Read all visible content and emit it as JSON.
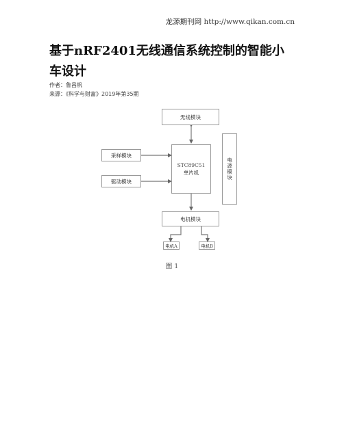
{
  "header": {
    "source_line": "龙源期刊网 http://www.qikan.com.cn"
  },
  "article": {
    "title": "基于nRF2401无线通信系统控制的智能小车设计",
    "author_line": "作者：鲁昌帆",
    "source_line": "来源：《科学与财富》2019年第35期"
  },
  "figure": {
    "blocks": {
      "wireless": "无线模块",
      "sampling": "采样模块",
      "drive": "驱动模块",
      "mcu_line1": "STC89C51",
      "mcu_line2": "单片机",
      "power": "电源模块",
      "motor": "电机模块",
      "motor_a": "电机A",
      "motor_b": "电机B"
    },
    "caption": "图 1"
  }
}
